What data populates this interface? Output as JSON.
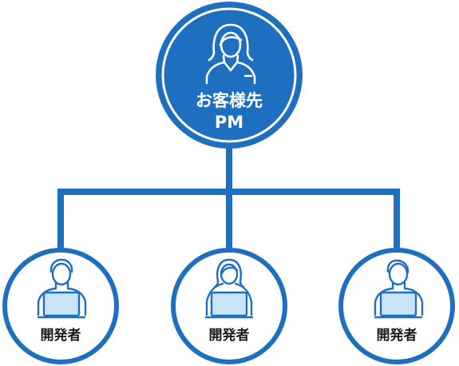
{
  "top_node": {
    "title": "お客様先",
    "subtitle": "PM",
    "icon": "woman-headset-icon"
  },
  "children": [
    {
      "label": "開発者",
      "icon": "man-laptop-icon"
    },
    {
      "label": "開発者",
      "icon": "woman-laptop-icon"
    },
    {
      "label": "開発者",
      "icon": "man-laptop-icon"
    }
  ],
  "colors": {
    "primary": "#1f6fc1",
    "ring": "#1f6fc1",
    "screen": "#c9e3f8",
    "line": "#1f6fc1"
  }
}
